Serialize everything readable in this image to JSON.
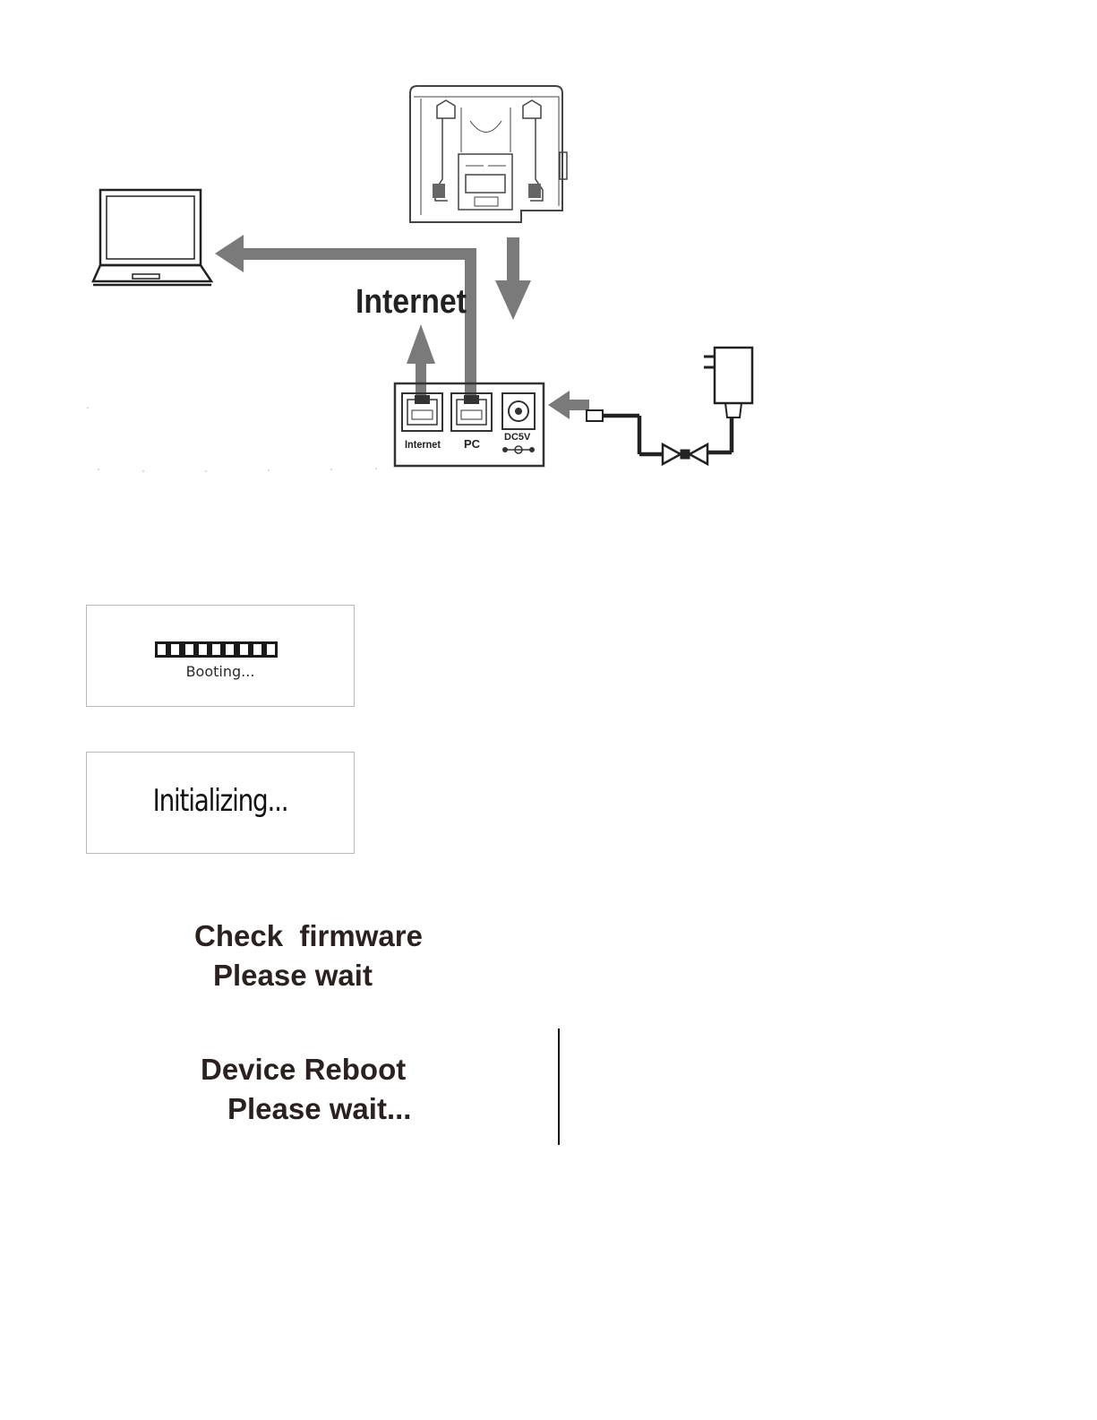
{
  "diagram": {
    "internet_heading": "Internet",
    "port_labels": [
      "Internet",
      "PC",
      "DC5V"
    ]
  },
  "screens": {
    "booting": {
      "text": "Booting..."
    },
    "initializing": {
      "text": "Initializing..."
    }
  },
  "messages": {
    "check_firmware": [
      "Check  firmware",
      "Please wait"
    ],
    "device_reboot": [
      "Device Reboot",
      "Please wait..."
    ]
  },
  "colors": {
    "arrow": "#7a7a7a",
    "line": "#222222",
    "text": "#231f20"
  }
}
